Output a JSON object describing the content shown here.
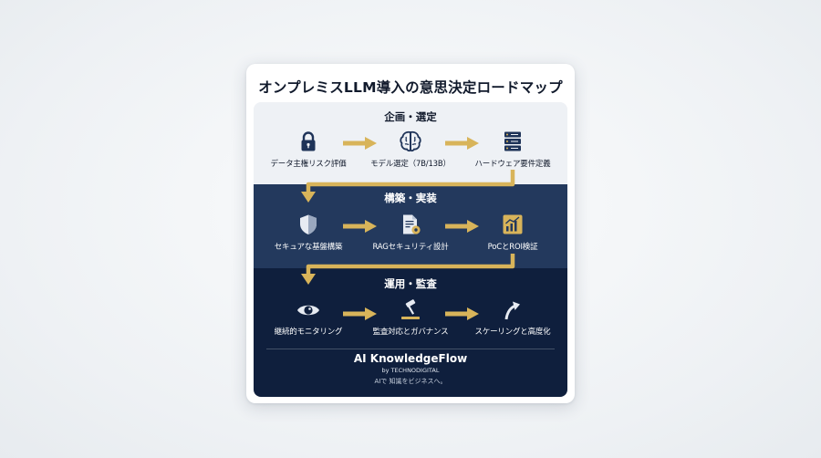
{
  "title": "オンプレミスLLM導入の意思決定ロードマップ",
  "colors": {
    "accent_gold": "#d8b45a",
    "navy_mid": "#23395d",
    "navy_dark": "#0f1f3d",
    "light_band": "#eef1f5"
  },
  "phases": [
    {
      "label": "企画・選定",
      "steps": [
        {
          "label": "データ主権リスク評価",
          "icon": "lock-icon"
        },
        {
          "label": "モデル選定（7B/13B）",
          "icon": "brain-icon"
        },
        {
          "label": "ハードウェア要件定義",
          "icon": "server-icon"
        }
      ]
    },
    {
      "label": "構築・実装",
      "steps": [
        {
          "label": "セキュアな基盤構築",
          "icon": "shield-icon"
        },
        {
          "label": "RAGセキュリティ設計",
          "icon": "document-gear-icon"
        },
        {
          "label": "PoCとROI検証",
          "icon": "chart-icon"
        }
      ]
    },
    {
      "label": "運用・監査",
      "steps": [
        {
          "label": "継続的モニタリング",
          "icon": "eye-icon"
        },
        {
          "label": "監査対応とガバナンス",
          "icon": "gavel-icon"
        },
        {
          "label": "スケーリングと高度化",
          "icon": "curved-arrow-icon"
        }
      ]
    }
  ],
  "brand": {
    "name": "AI KnowledgeFlow",
    "by": "by TECHNODIGITAL",
    "tagline": "AIで 知識をビジネスへ。"
  }
}
